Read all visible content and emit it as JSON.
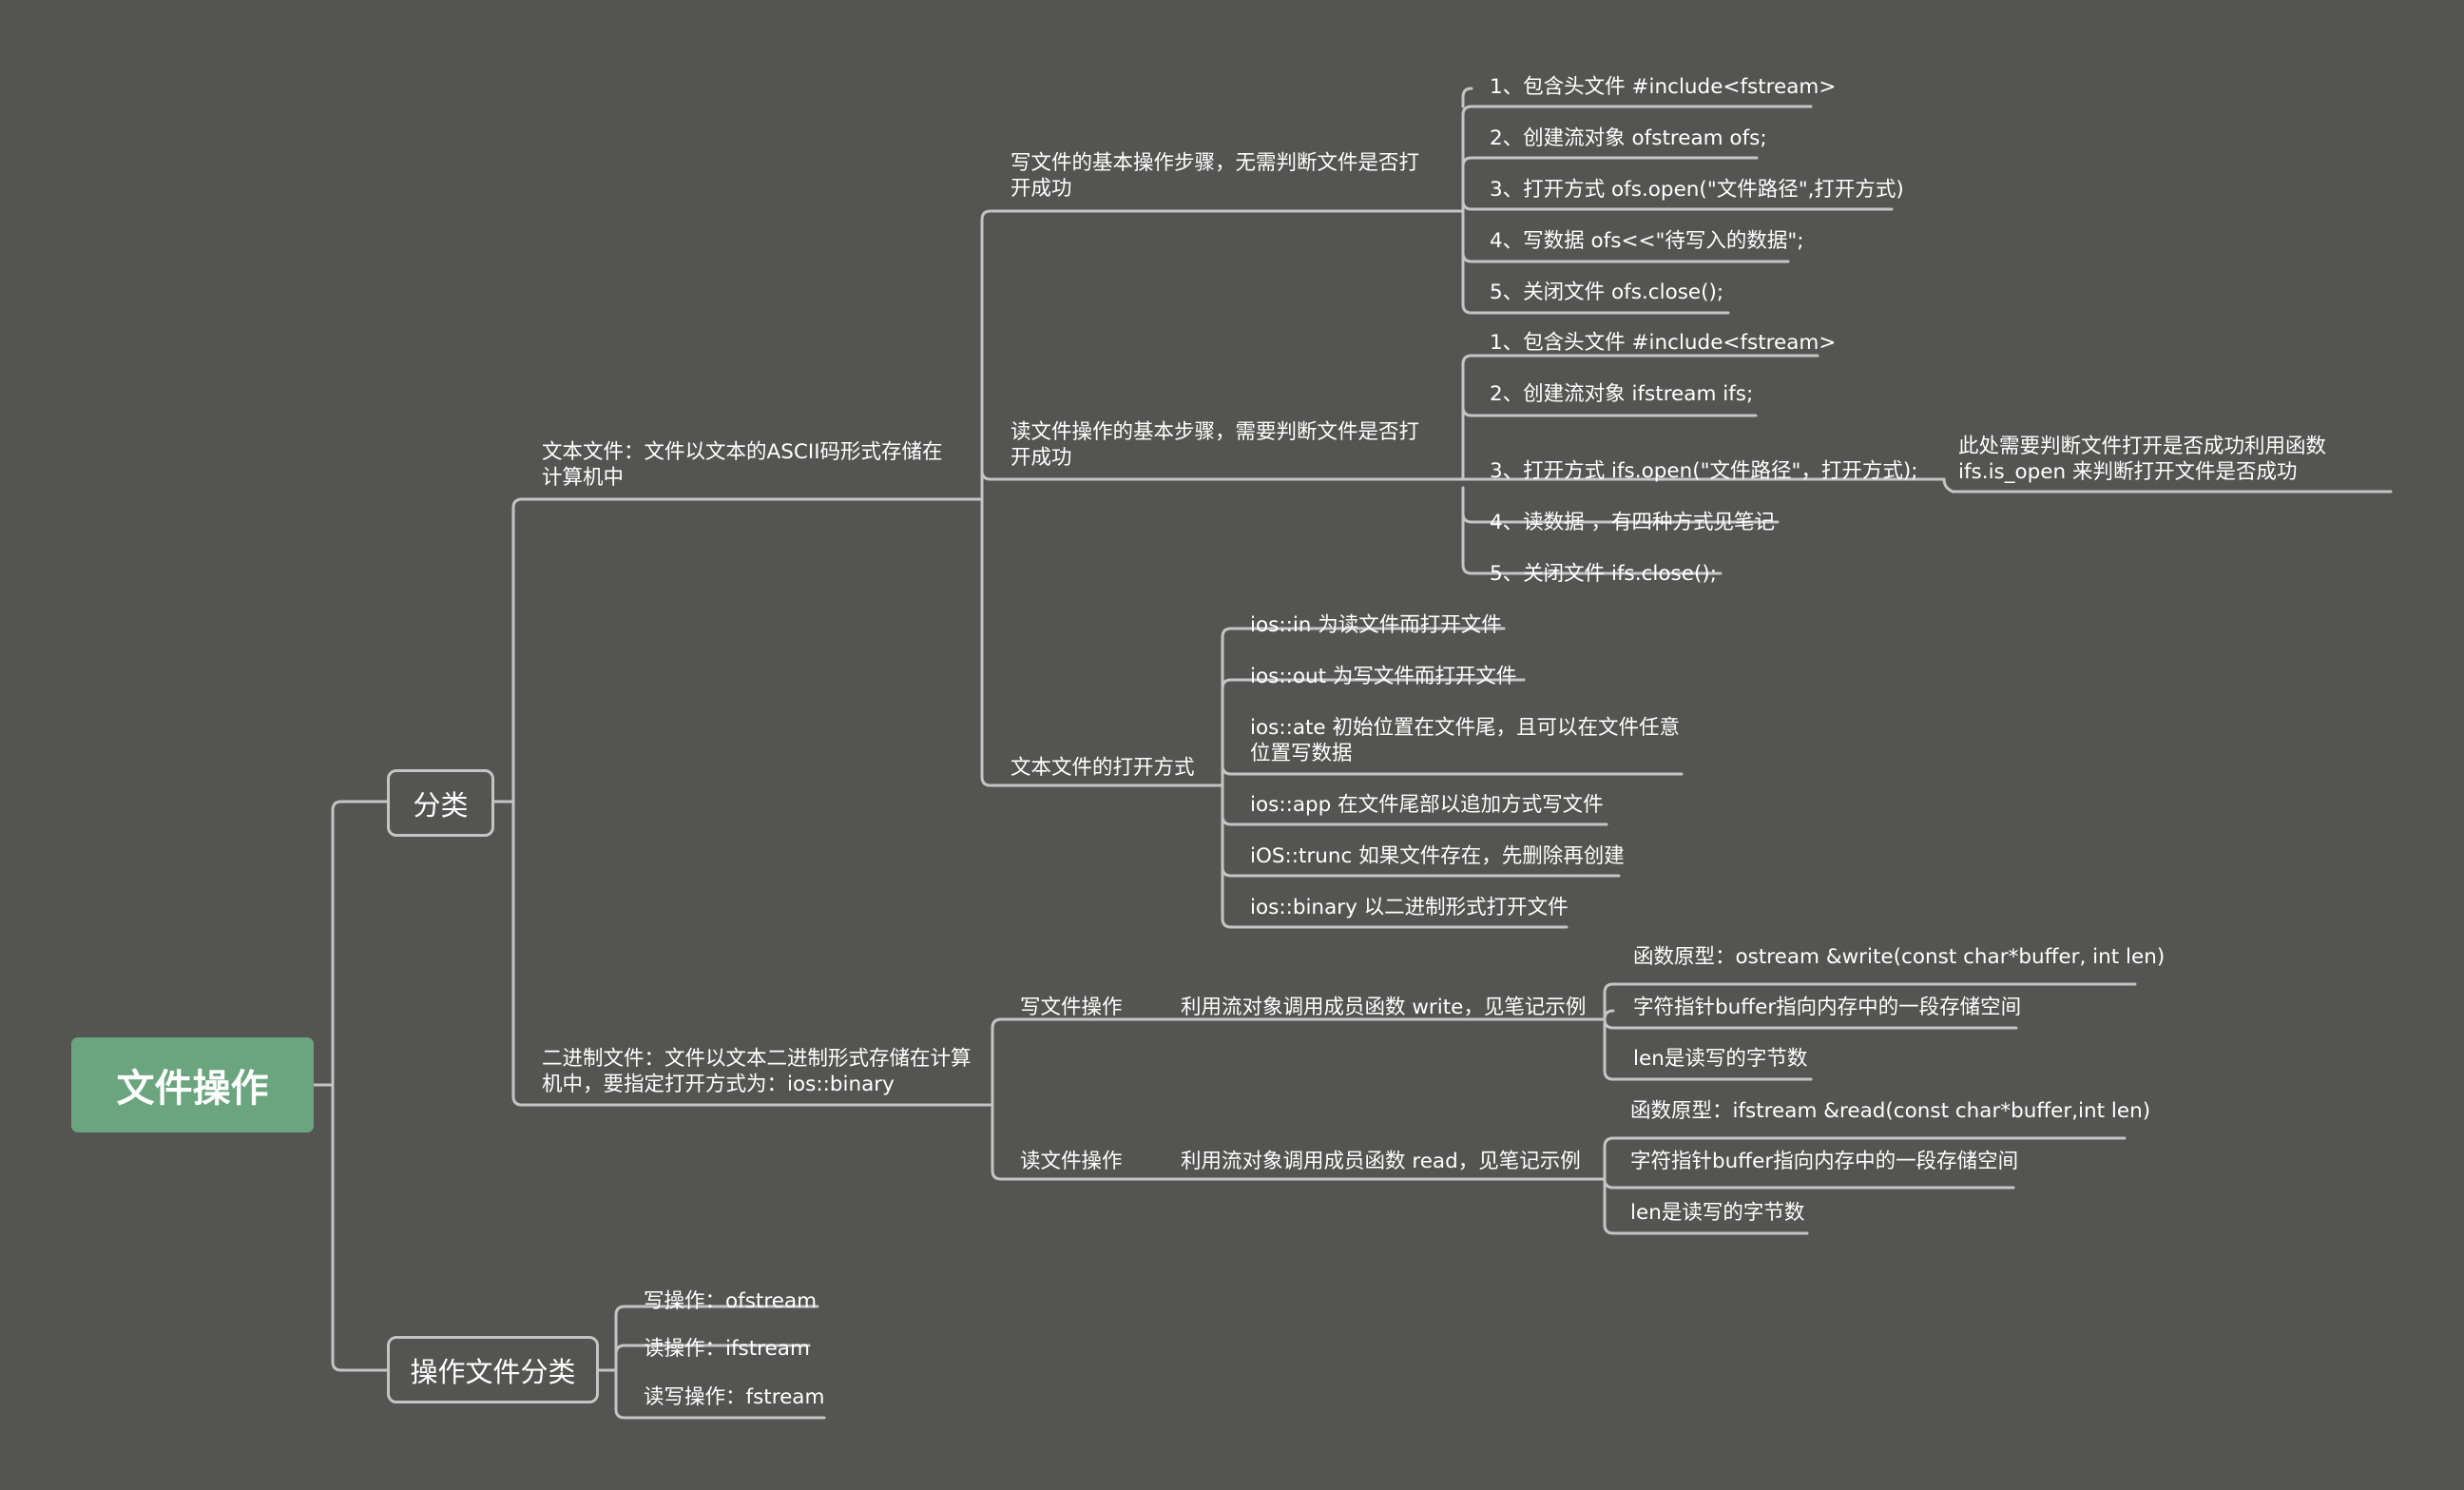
{
  "root": "文件操作",
  "categories": {
    "label": "分类",
    "text_file": {
      "label": "文本文件：文件以文本的ASCII码形式存储在计算机中",
      "write_steps": {
        "label": "写文件的基本操作步骤，无需判断文件是否打开成功",
        "items": [
          "1、包含头文件  #include<fstream>",
          "2、创建流对象  ofstream ofs;",
          "3、打开方式  ofs.open(\"文件路径\",打开方式)",
          "4、写数据  ofs<<\"待写入的数据\";",
          "5、关闭文件  ofs.close();"
        ]
      },
      "read_steps": {
        "label": "读文件操作的基本步骤，需要判断文件是否打开成功",
        "items": [
          "1、包含头文件   #include<fstream>",
          "2、创建流对象   ifstream ifs;",
          "3、打开方式   ifs.open(\"文件路径\"，打开方式);",
          "4、读数据 ，有四种方式见笔记",
          "5、关闭文件   ifs.close();"
        ],
        "open_note": "此处需要判断文件打开是否成功利用函数  ifs.is_open  来判断打开文件是否成功"
      },
      "open_modes": {
        "label": "文本文件的打开方式",
        "items": [
          "ios::in  为读文件而打开文件",
          "ios::out   为写文件而打开文件",
          "ios::ate   初始位置在文件尾，且可以在文件任意位置写数据",
          "ios::app   在文件尾部以追加方式写文件",
          "iOS::trunc   如果文件存在，先删除再创建",
          "ios::binary   以二进制形式打开文件"
        ]
      }
    },
    "binary_file": {
      "label": "二进制文件：文件以文本二进制形式存储在计算机中，要指定打开方式为：ios::binary",
      "write_op": {
        "label": "写文件操作",
        "desc": "利用流对象调用成员函数  write，见笔记示例",
        "items": [
          "函数原型：ostream  &write(const  char*buffer, int  len)",
          "字符指针buffer指向内存中的一段存储空间",
          "len是读写的字节数"
        ]
      },
      "read_op": {
        "label": "读文件操作",
        "desc": "利用流对象调用成员函数  read，见笔记示例",
        "items": [
          "函数原型：ifstream  &read(const  char*buffer,int  len)",
          "字符指针buffer指向内存中的一段存储空间",
          "len是读写的字节数"
        ]
      }
    }
  },
  "op_classes": {
    "label": "操作文件分类",
    "items": [
      "写操作：ofstream",
      "读操作：ifstream",
      "读写操作：fstream"
    ]
  },
  "colors": {
    "background": "#545553",
    "root": "#6aa57e",
    "line": "#c4c4c4",
    "text": "#ffffff"
  }
}
